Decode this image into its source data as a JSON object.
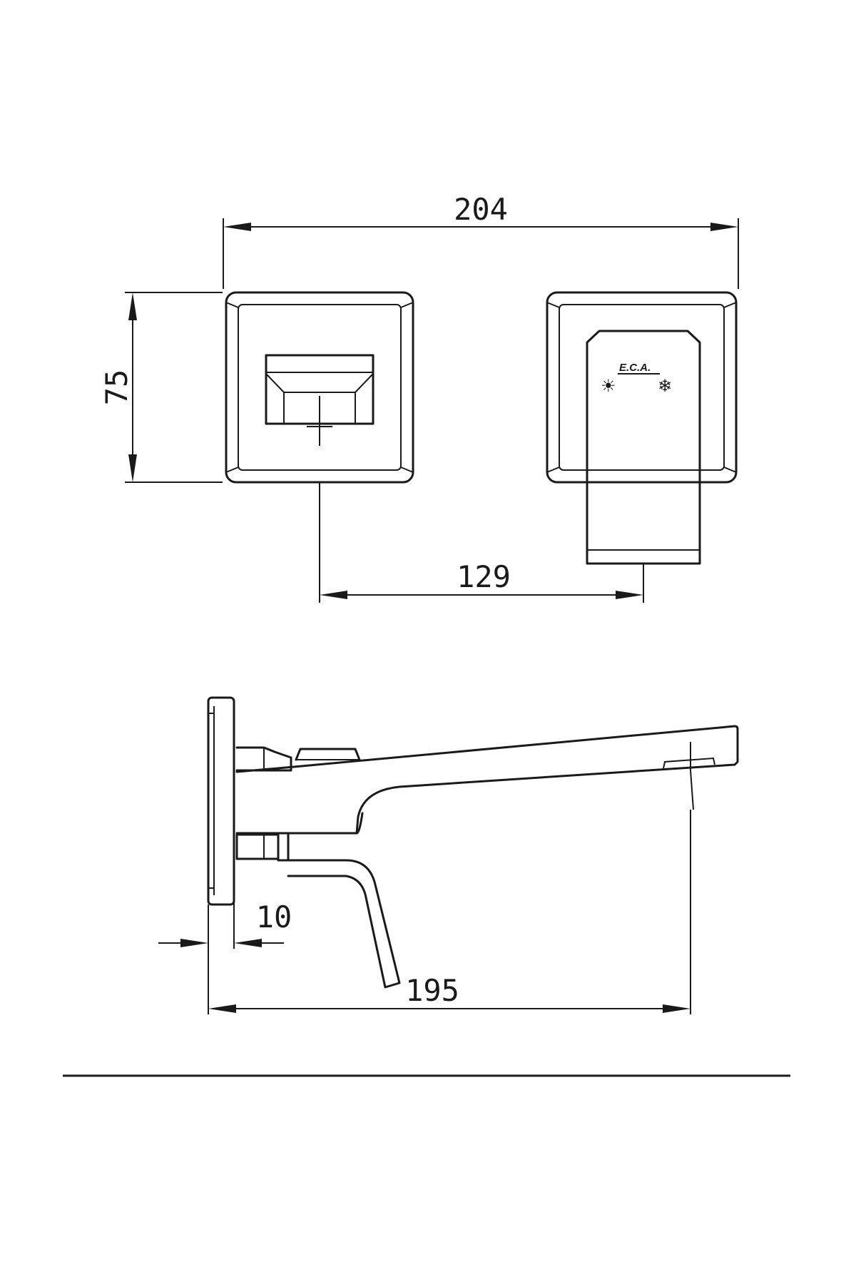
{
  "dimensions": {
    "overall_width": "204",
    "height": "75",
    "center_distance": "129",
    "plate_thickness": "10",
    "projection": "195"
  },
  "handle": {
    "logo_text": "E.C.A.",
    "hot_symbol": "☀",
    "cold_symbol": "❄"
  },
  "icons": [
    "sun-icon",
    "snowflake-icon",
    "arrow-icon"
  ]
}
